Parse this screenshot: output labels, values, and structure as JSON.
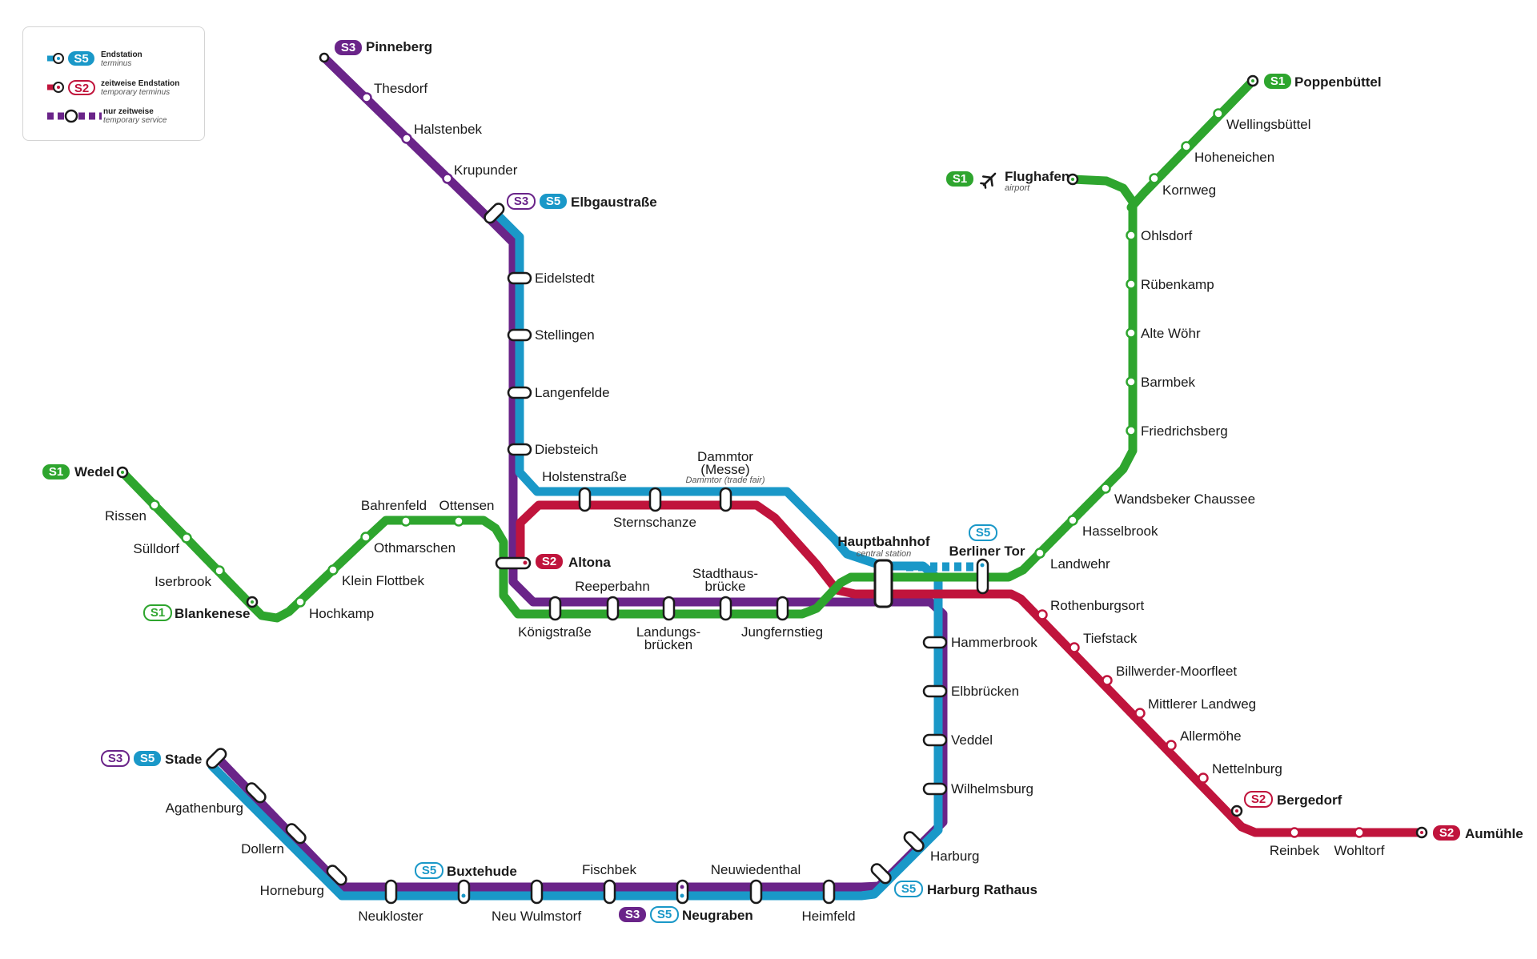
{
  "colors": {
    "S1": "#2ea52e",
    "S2": "#c0143c",
    "S3": "#6a2489",
    "S5": "#1a98c8"
  },
  "legend": {
    "items": [
      {
        "badge": "S5",
        "title": "Endstation",
        "subtitle": "terminus"
      },
      {
        "badge": "S2",
        "title": "zeitweise Endstation",
        "subtitle": "temporary terminus"
      },
      {
        "title": "nur zeitweise",
        "subtitle": "temporary service"
      }
    ]
  },
  "stations": {
    "pinneberg": "Pinneberg",
    "thesdorf": "Thesdorf",
    "halstenbek": "Halstenbek",
    "krupunder": "Krupunder",
    "elbgaustrasse": "Elbgaustraße",
    "eidelstedt": "Eidelstedt",
    "stellingen": "Stellingen",
    "langenfelde": "Langenfelde",
    "diebsteich": "Diebsteich",
    "holstenstrasse": "Holstenstraße",
    "sternschanze": "Sternschanze",
    "dammtor_1": "Dammtor",
    "dammtor_2": "(Messe)",
    "dammtor_sub": "Dammtor (trade fair)",
    "hauptbahnhof": "Hauptbahnhof",
    "hauptbahnhof_sub": "central station",
    "berliner_tor": "Berliner Tor",
    "altona": "Altona",
    "koenigstrasse": "Königstraße",
    "reeperbahn": "Reeperbahn",
    "landungsbruecken_1": "Landungs-",
    "landungsbruecken_2": "brücken",
    "stadthausbruecke_1": "Stadthaus-",
    "stadthausbruecke_2": "brücke",
    "jungfernstieg": "Jungfernstieg",
    "wedel": "Wedel",
    "rissen": "Rissen",
    "suelldorf": "Sülldorf",
    "iserbrook": "Iserbrook",
    "blankenese": "Blankenese",
    "hochkamp": "Hochkamp",
    "klein_flottbek": "Klein Flottbek",
    "othmarschen": "Othmarschen",
    "bahrenfeld": "Bahrenfeld",
    "ottensen": "Ottensen",
    "poppenbuettel": "Poppenbüttel",
    "wellingsbuettel": "Wellingsbüttel",
    "hoheneichen": "Hoheneichen",
    "kornweg": "Kornweg",
    "flughafen": "Flughafen",
    "flughafen_sub": "airport",
    "ohlsdorf": "Ohlsdorf",
    "ruebenkamp": "Rübenkamp",
    "alte_woehr": "Alte Wöhr",
    "barmbek": "Barmbek",
    "friedrichsberg": "Friedrichsberg",
    "wandsbeker_chaussee": "Wandsbeker Chaussee",
    "hasselbrook": "Hasselbrook",
    "landwehr": "Landwehr",
    "rothenburgsort": "Rothenburgsort",
    "tiefstack": "Tiefstack",
    "billwerder_moorfleet": "Billwerder-Moorfleet",
    "mittlerer_landweg": "Mittlerer Landweg",
    "allermoehe": "Allermöhe",
    "nettelnburg": "Nettelnburg",
    "bergedorf": "Bergedorf",
    "reinbek": "Reinbek",
    "wohltorf": "Wohltorf",
    "aumuehle": "Aumühle",
    "hammerbrook": "Hammerbrook",
    "elbbruecken": "Elbbrücken",
    "veddel": "Veddel",
    "wilhelmsburg": "Wilhelmsburg",
    "harburg": "Harburg",
    "harburg_rathaus": "Harburg Rathaus",
    "heimfeld": "Heimfeld",
    "neuwiedenthal": "Neuwiedenthal",
    "neugraben": "Neugraben",
    "fischbek": "Fischbek",
    "neu_wulmstorf": "Neu Wulmstorf",
    "buxtehude": "Buxtehude",
    "neukloster": "Neukloster",
    "horneburg": "Horneburg",
    "dollern": "Dollern",
    "agathenburg": "Agathenburg",
    "stade": "Stade"
  }
}
